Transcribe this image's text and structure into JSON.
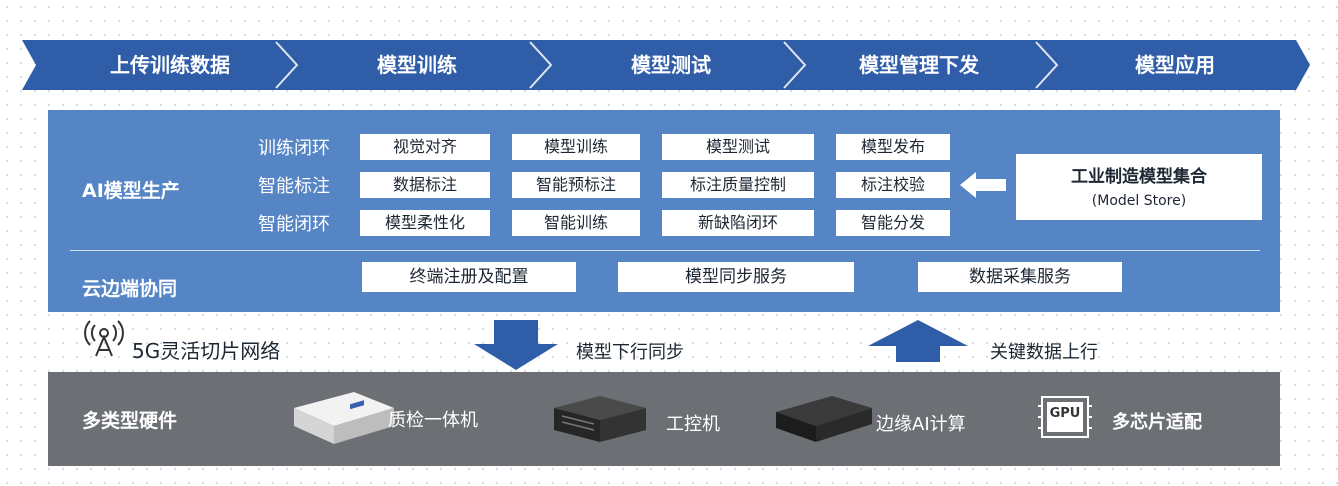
{
  "pipeline": {
    "steps": [
      "上传训练数据",
      "模型训练",
      "模型测试",
      "模型管理下发",
      "模型应用"
    ]
  },
  "production": {
    "title": "AI模型生产",
    "rows": [
      {
        "label": "训练闭环",
        "items": [
          "视觉对齐",
          "模型训练",
          "模型测试",
          "模型发布"
        ]
      },
      {
        "label": "智能标注",
        "items": [
          "数据标注",
          "智能预标注",
          "标注质量控制",
          "标注校验"
        ]
      },
      {
        "label": "智能闭环",
        "items": [
          "模型柔性化",
          "智能训练",
          "新缺陷闭环",
          "智能分发"
        ]
      }
    ],
    "store": {
      "line1": "工业制造模型集合",
      "line2": "(Model Store)"
    }
  },
  "cloud_edge": {
    "title": "云边端协同",
    "items": [
      "终端注册及配置",
      "模型同步服务",
      "数据采集服务"
    ]
  },
  "network": {
    "label": "5G灵活切片网络",
    "down_label": "模型下行同步",
    "up_label": "关键数据上行"
  },
  "hardware": {
    "title": "多类型硬件",
    "items": [
      "质检一体机",
      "工控机",
      "边缘AI计算",
      "多芯片适配"
    ],
    "gpu_text": "GPU"
  },
  "colors": {
    "pipeline_blue": "#2f5da8",
    "panel_blue": "#5585c4",
    "hardware_gray": "#6c6f73"
  }
}
